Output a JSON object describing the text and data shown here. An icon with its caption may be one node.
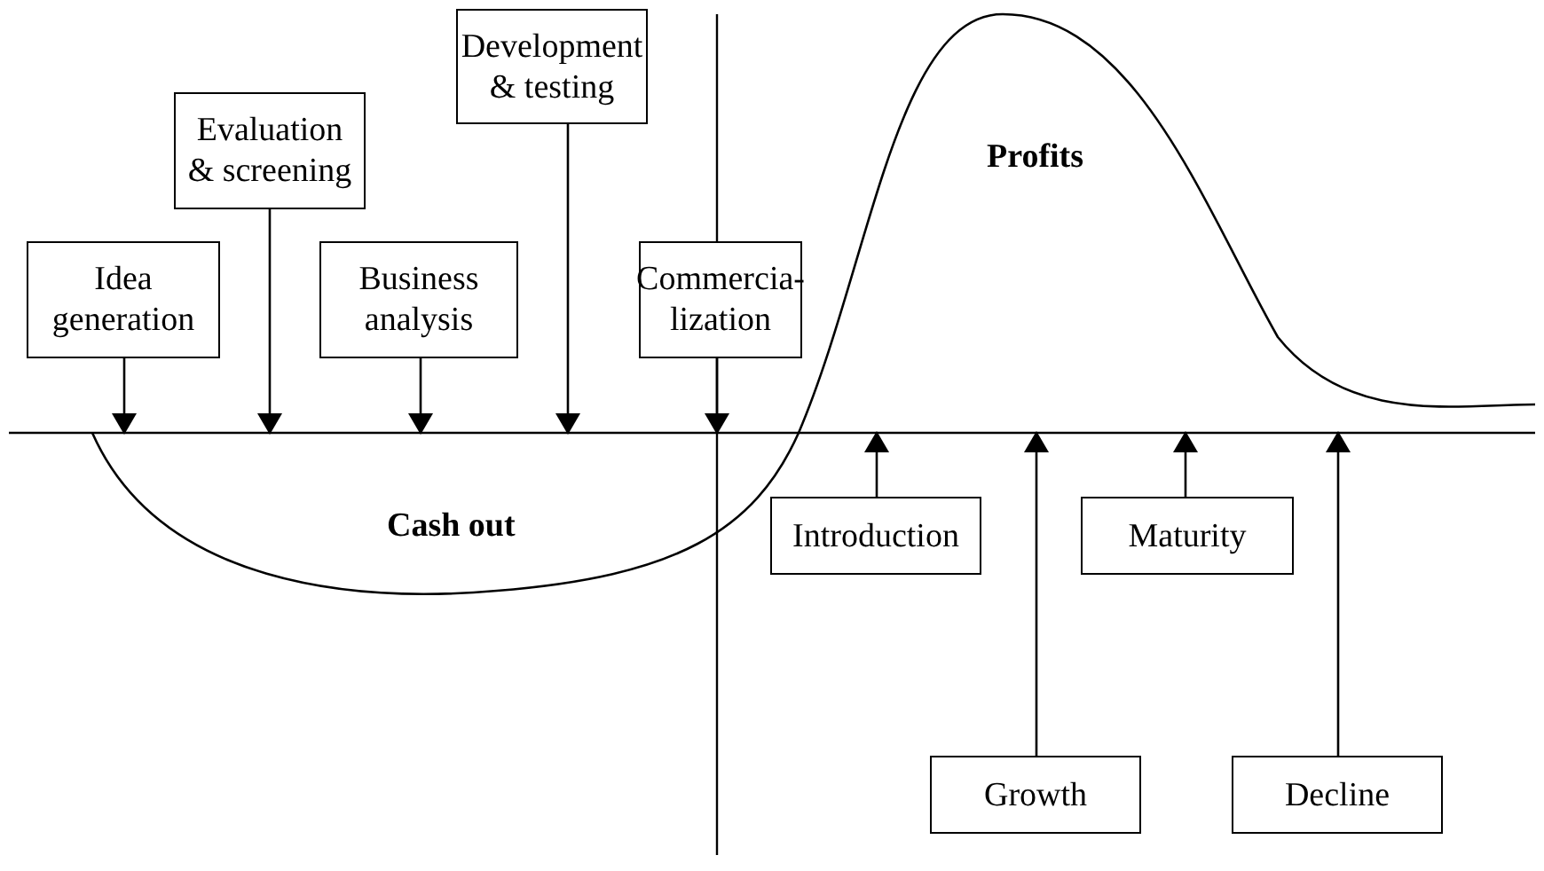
{
  "diagram": {
    "nodes": [
      {
        "text": [
          "Idea generation"
        ]
      },
      {
        "text": [
          "Evaluation & screening"
        ]
      },
      {
        "text": [
          "Business analysis"
        ]
      },
      {
        "text": [
          "Development & testing"
        ]
      },
      {
        "text": [
          "Commercia- lization"
        ]
      },
      {
        "text": [
          "Introduction"
        ]
      },
      {
        "text": [
          "Growth"
        ]
      },
      {
        "text": [
          "Maturity"
        ]
      },
      {
        "text": [
          "Decline"
        ]
      }
    ],
    "edges": [
      {
        "from": 0,
        "to": null,
        "arrow": "to"
      },
      {
        "from": 1,
        "to": null,
        "arrow": "to"
      },
      {
        "from": 2,
        "to": null,
        "arrow": "to"
      },
      {
        "from": 3,
        "to": null,
        "arrow": "to"
      },
      {
        "from": 4,
        "to": null,
        "arrow": "to"
      },
      {
        "from": 5,
        "to": null,
        "arrow": "to"
      },
      {
        "from": 6,
        "to": null,
        "arrow": "to"
      },
      {
        "from": 7,
        "to": null,
        "arrow": "to"
      },
      {
        "from": 8,
        "to": null,
        "arrow": "to"
      }
    ],
    "labels": [
      "Profits",
      "Cash out"
    ]
  }
}
